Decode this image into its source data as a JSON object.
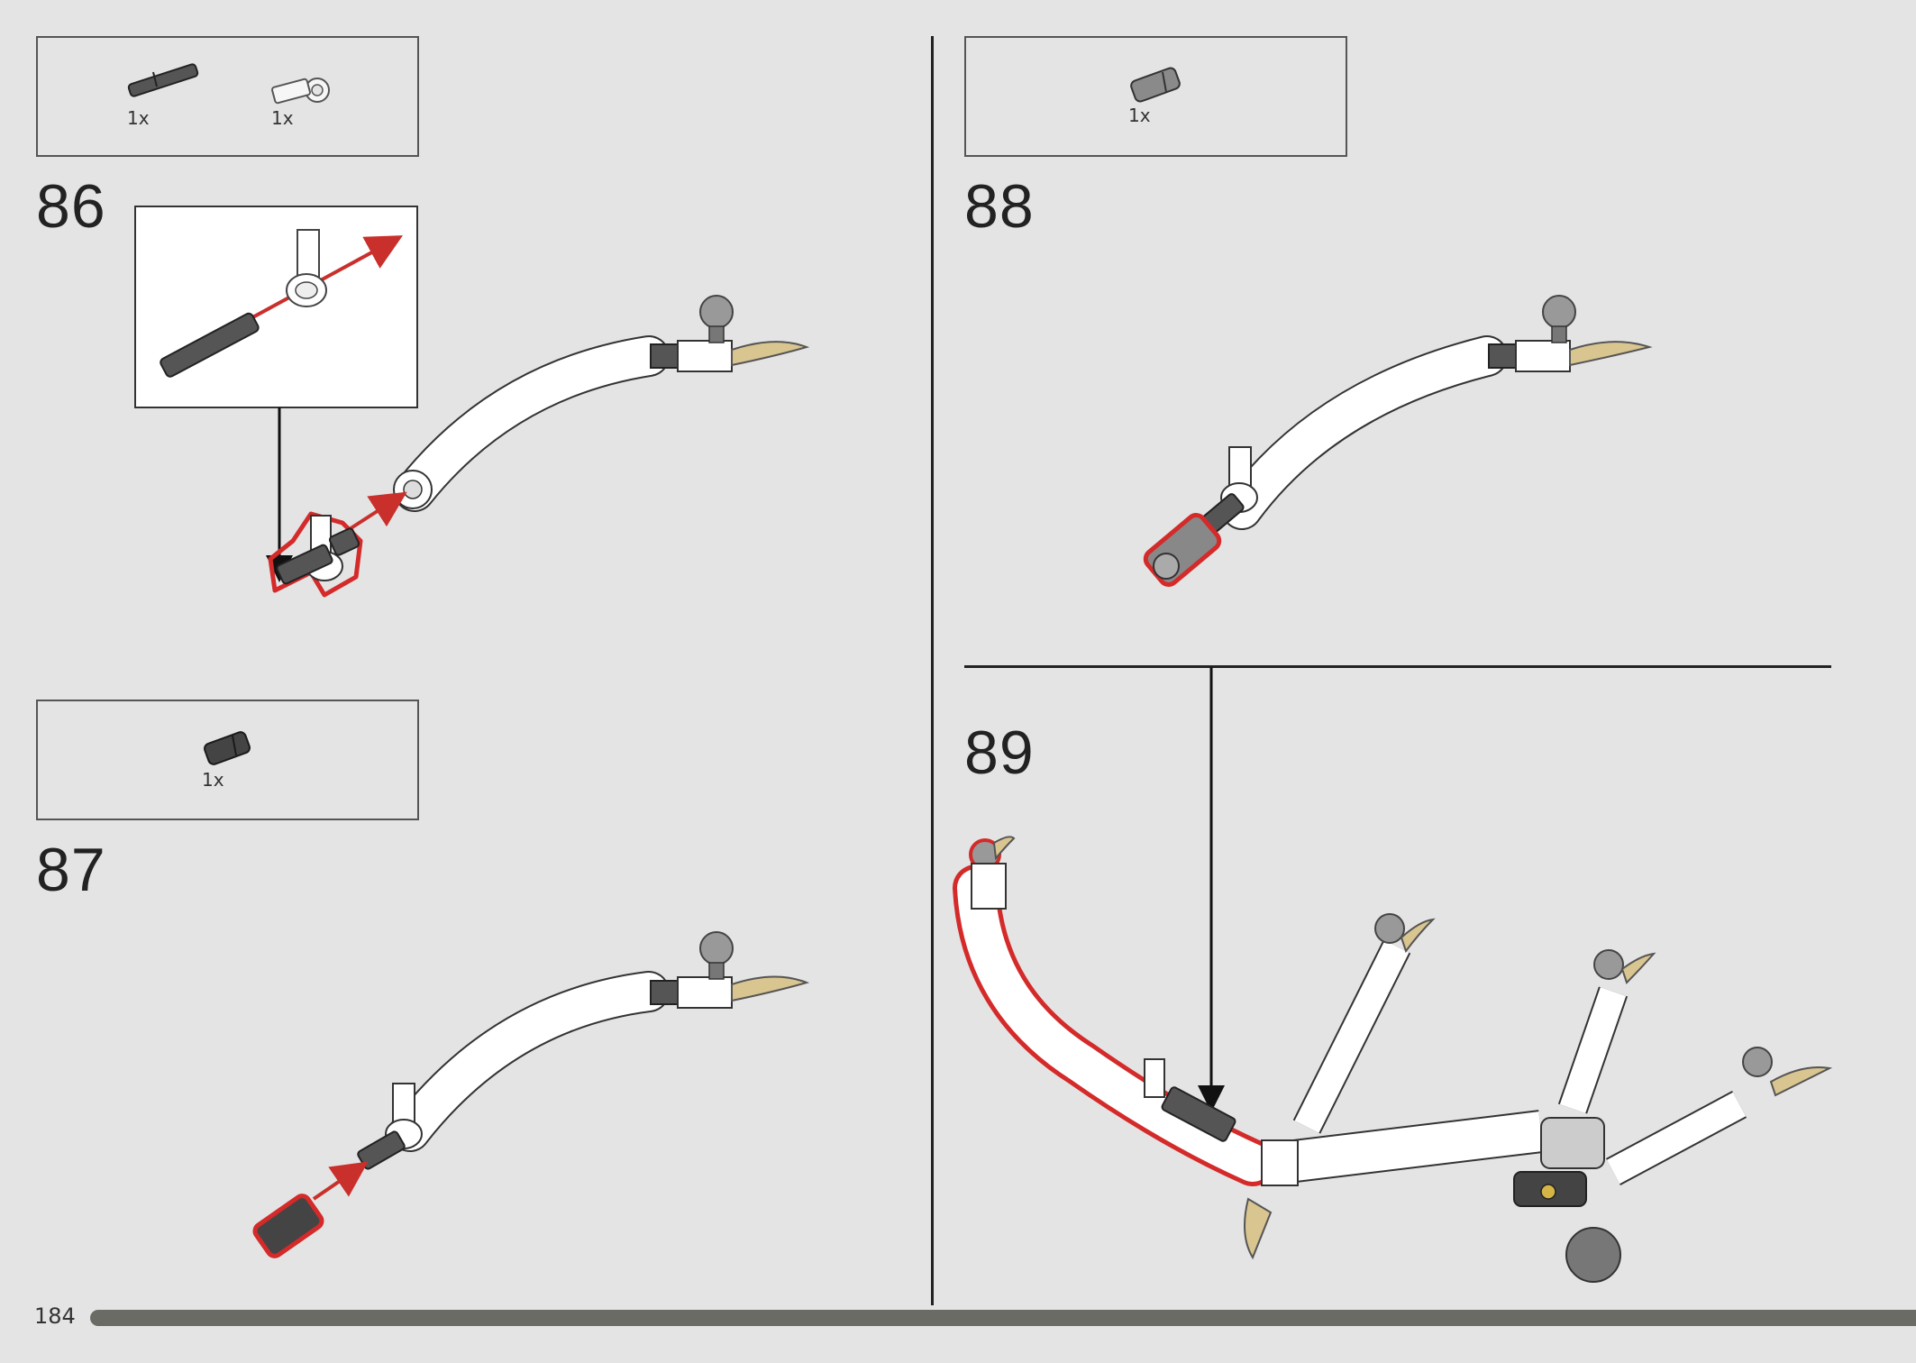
{
  "page_number": "184",
  "steps": [
    {
      "number": "86",
      "parts": [
        {
          "qty": "1x",
          "part": "black-axle-pin"
        },
        {
          "qty": "1x",
          "part": "white-axle-connector"
        }
      ]
    },
    {
      "number": "87",
      "parts": [
        {
          "qty": "1x",
          "part": "black-ball-socket"
        }
      ]
    },
    {
      "number": "88",
      "parts": [
        {
          "qty": "1x",
          "part": "grey-ball-socket"
        }
      ]
    },
    {
      "number": "89",
      "parts": []
    }
  ],
  "colors": {
    "background": "#e4e4e4",
    "highlight": "#d42a2a",
    "arrow_red": "#c9302c",
    "claw_tan": "#d9c58f",
    "progress": "#6b6b66"
  }
}
